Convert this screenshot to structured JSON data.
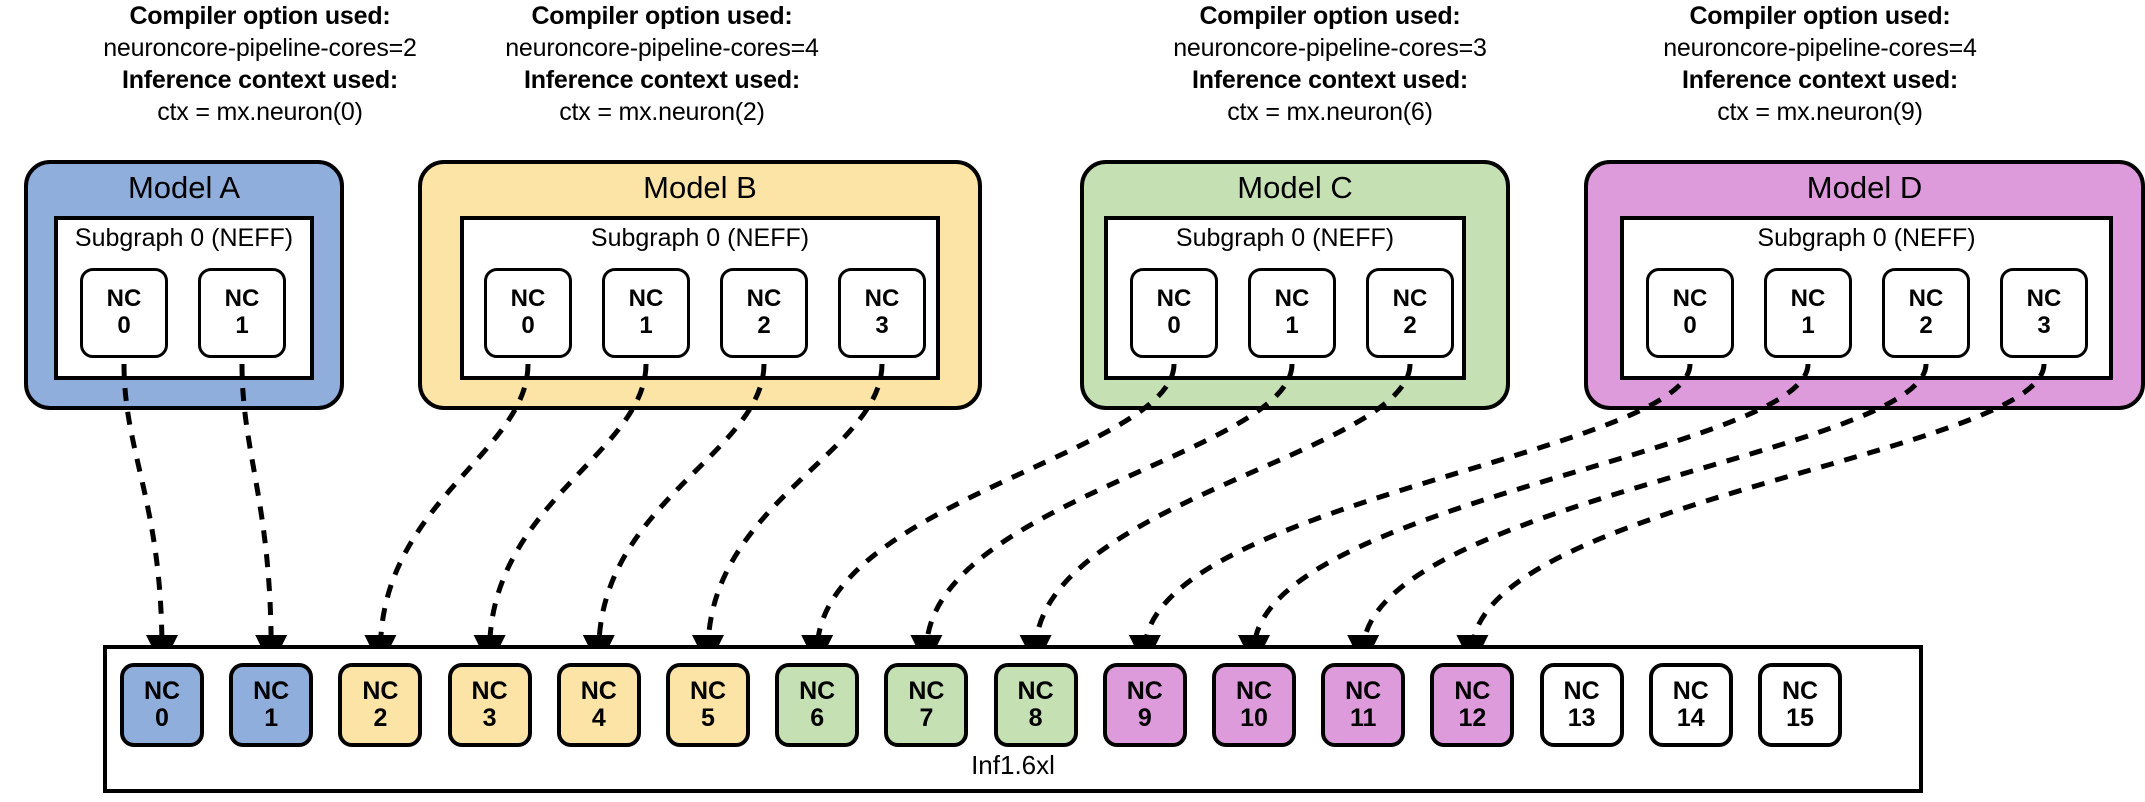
{
  "device": {
    "label": "Inf1.6xl",
    "cores": [
      {
        "name": "NC",
        "index": "0",
        "color": "#8FAEDC",
        "assigned": true
      },
      {
        "name": "NC",
        "index": "1",
        "color": "#8FAEDC",
        "assigned": true
      },
      {
        "name": "NC",
        "index": "2",
        "color": "#FCE4A6",
        "assigned": true
      },
      {
        "name": "NC",
        "index": "3",
        "color": "#FCE4A6",
        "assigned": true
      },
      {
        "name": "NC",
        "index": "4",
        "color": "#FCE4A6",
        "assigned": true
      },
      {
        "name": "NC",
        "index": "5",
        "color": "#FCE4A6",
        "assigned": true
      },
      {
        "name": "NC",
        "index": "6",
        "color": "#C5E0B3",
        "assigned": true
      },
      {
        "name": "NC",
        "index": "7",
        "color": "#C5E0B3",
        "assigned": true
      },
      {
        "name": "NC",
        "index": "8",
        "color": "#C5E0B3",
        "assigned": true
      },
      {
        "name": "NC",
        "index": "9",
        "color": "#DE9BDC",
        "assigned": true
      },
      {
        "name": "NC",
        "index": "10",
        "color": "#DE9BDC",
        "assigned": true
      },
      {
        "name": "NC",
        "index": "11",
        "color": "#DE9BDC",
        "assigned": true
      },
      {
        "name": "NC",
        "index": "12",
        "color": "#DE9BDC",
        "assigned": true
      },
      {
        "name": "NC",
        "index": "13",
        "color": "#FFFFFF",
        "assigned": false
      },
      {
        "name": "NC",
        "index": "14",
        "color": "#FFFFFF",
        "assigned": false
      },
      {
        "name": "NC",
        "index": "15",
        "color": "#FFFFFF",
        "assigned": false
      }
    ]
  },
  "models": [
    {
      "id": "a",
      "title": "Model A",
      "color": "#8FAEDC",
      "caption": {
        "compiler_label": "Compiler option used:",
        "compiler_value": "neuroncore-pipeline-cores=2",
        "context_label": "Inference context used:",
        "context_value": "ctx = mx.neuron(0)"
      },
      "subgraph_label": "Subgraph 0 (NEFF)",
      "cores": [
        {
          "name": "NC",
          "index": "0"
        },
        {
          "name": "NC",
          "index": "1"
        }
      ],
      "maps_to": [
        "0",
        "1"
      ]
    },
    {
      "id": "b",
      "title": "Model B",
      "color": "#FCE4A6",
      "caption": {
        "compiler_label": "Compiler option used:",
        "compiler_value": "neuroncore-pipeline-cores=4",
        "context_label": "Inference context used:",
        "context_value": "ctx = mx.neuron(2)"
      },
      "subgraph_label": "Subgraph 0 (NEFF)",
      "cores": [
        {
          "name": "NC",
          "index": "0"
        },
        {
          "name": "NC",
          "index": "1"
        },
        {
          "name": "NC",
          "index": "2"
        },
        {
          "name": "NC",
          "index": "3"
        }
      ],
      "maps_to": [
        "2",
        "3",
        "4",
        "5"
      ]
    },
    {
      "id": "c",
      "title": "Model C",
      "color": "#C5E0B3",
      "caption": {
        "compiler_label": "Compiler option used:",
        "compiler_value": "neuroncore-pipeline-cores=3",
        "context_label": "Inference context used:",
        "context_value": "ctx = mx.neuron(6)"
      },
      "subgraph_label": "Subgraph 0 (NEFF)",
      "cores": [
        {
          "name": "NC",
          "index": "0"
        },
        {
          "name": "NC",
          "index": "1"
        },
        {
          "name": "NC",
          "index": "2"
        }
      ],
      "maps_to": [
        "6",
        "7",
        "8"
      ]
    },
    {
      "id": "d",
      "title": "Model D",
      "color": "#DE9BDC",
      "caption": {
        "compiler_label": "Compiler option used:",
        "compiler_value": "neuroncore-pipeline-cores=4",
        "context_label": "Inference context used:",
        "context_value": "ctx = mx.neuron(9)"
      },
      "subgraph_label": "Subgraph 0 (NEFF)",
      "cores": [
        {
          "name": "NC",
          "index": "0"
        },
        {
          "name": "NC",
          "index": "1"
        },
        {
          "name": "NC",
          "index": "2"
        },
        {
          "name": "NC",
          "index": "3"
        }
      ],
      "maps_to": [
        "9",
        "10",
        "11",
        "12"
      ]
    }
  ]
}
